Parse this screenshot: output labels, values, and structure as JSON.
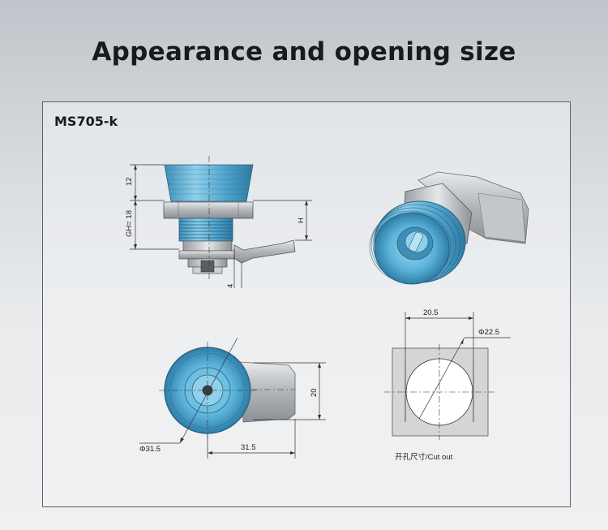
{
  "page": {
    "title": "Appearance and opening size",
    "model": "MS705-k"
  },
  "side_view": {
    "dim_top": "12",
    "dim_gh": "GH= 18",
    "dim_h": "H",
    "dim_bottom": "4"
  },
  "front_view": {
    "dim_height": "20",
    "dim_width": "31.5",
    "dim_diameter": "Φ31.5"
  },
  "cutout": {
    "dim_width": "20.5",
    "dim_diameter": "Φ22.5",
    "caption": "开孔尺寸/Cut out"
  },
  "colors": {
    "blue": "#5fb3d6",
    "metal": "#b8bcc0",
    "cutout_fill": "#d3d5d7"
  }
}
